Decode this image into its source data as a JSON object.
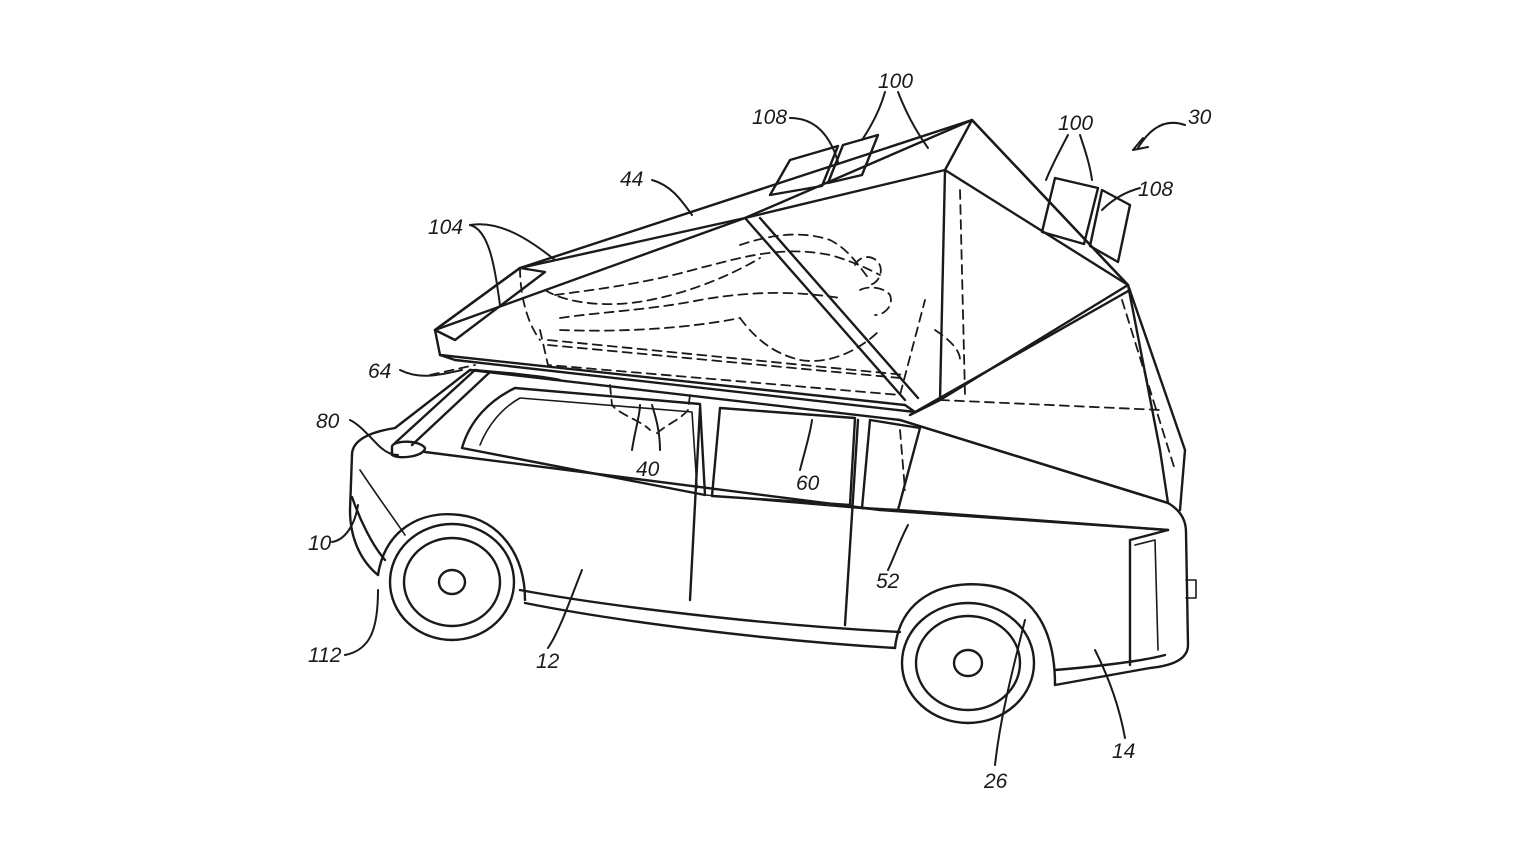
{
  "figure": {
    "reference_labels": [
      {
        "id": "30"
      },
      {
        "id": "100"
      },
      {
        "id": "100"
      },
      {
        "id": "108"
      },
      {
        "id": "108"
      },
      {
        "id": "44"
      },
      {
        "id": "104"
      },
      {
        "id": "64"
      },
      {
        "id": "80"
      },
      {
        "id": "10"
      },
      {
        "id": "112"
      },
      {
        "id": "12"
      },
      {
        "id": "40"
      },
      {
        "id": "60"
      },
      {
        "id": "52"
      },
      {
        "id": "26"
      },
      {
        "id": "14"
      }
    ]
  }
}
